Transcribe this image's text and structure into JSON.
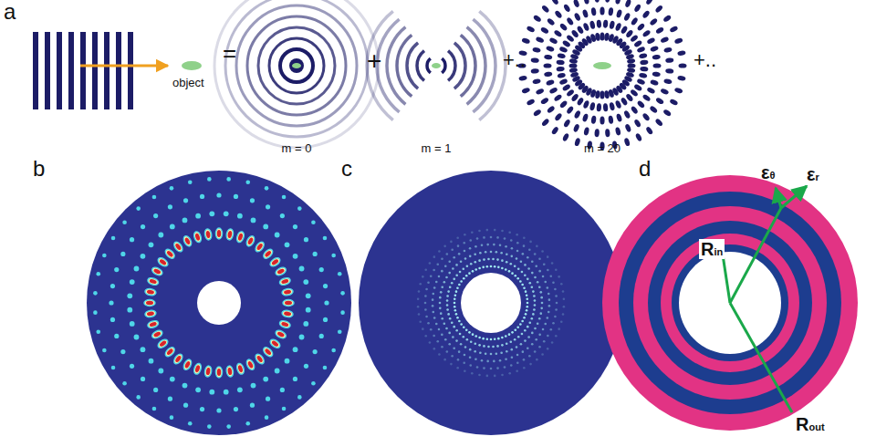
{
  "diagram": {
    "labels": [
      "a",
      "object",
      "=",
      "m = 0",
      "+",
      "m = 1",
      "+..",
      "m = 20",
      "+..",
      "b",
      "c",
      "d",
      "εθ",
      "εr",
      "Rin",
      "Rout"
    ]
  }
}
